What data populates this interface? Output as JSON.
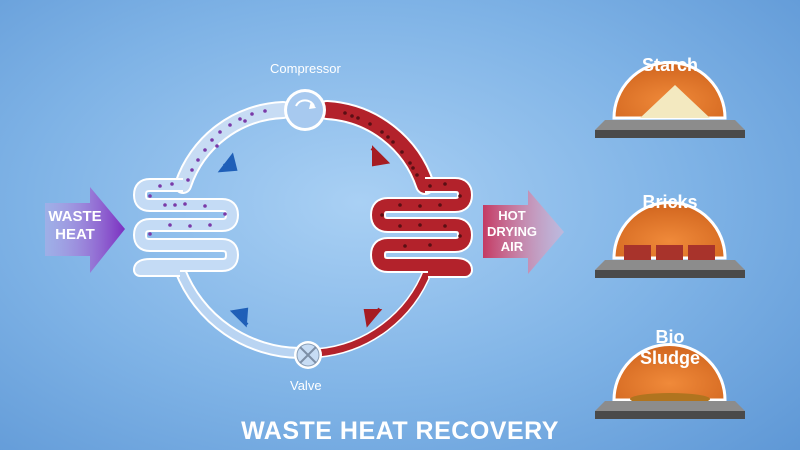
{
  "title": "WASTE HEAT RECOVERY",
  "cycle": {
    "compressor_label": "Compressor",
    "valve_label": "Valve"
  },
  "input_arrow": {
    "line1": "WASTE",
    "line2": "HEAT"
  },
  "output_arrow": {
    "line1": "HOT",
    "line2": "DRYING",
    "line3": "AIR"
  },
  "products": [
    {
      "name": "Starch"
    },
    {
      "name": "Bricks"
    },
    {
      "name": "Bio\nSludge"
    }
  ],
  "colors": {
    "cold_side": "#c7dcf4",
    "hot_side": "#b3222b",
    "dome": "#e07a2f",
    "arrow_input": "#7a3ab5",
    "arrow_output": "#a9486d"
  }
}
